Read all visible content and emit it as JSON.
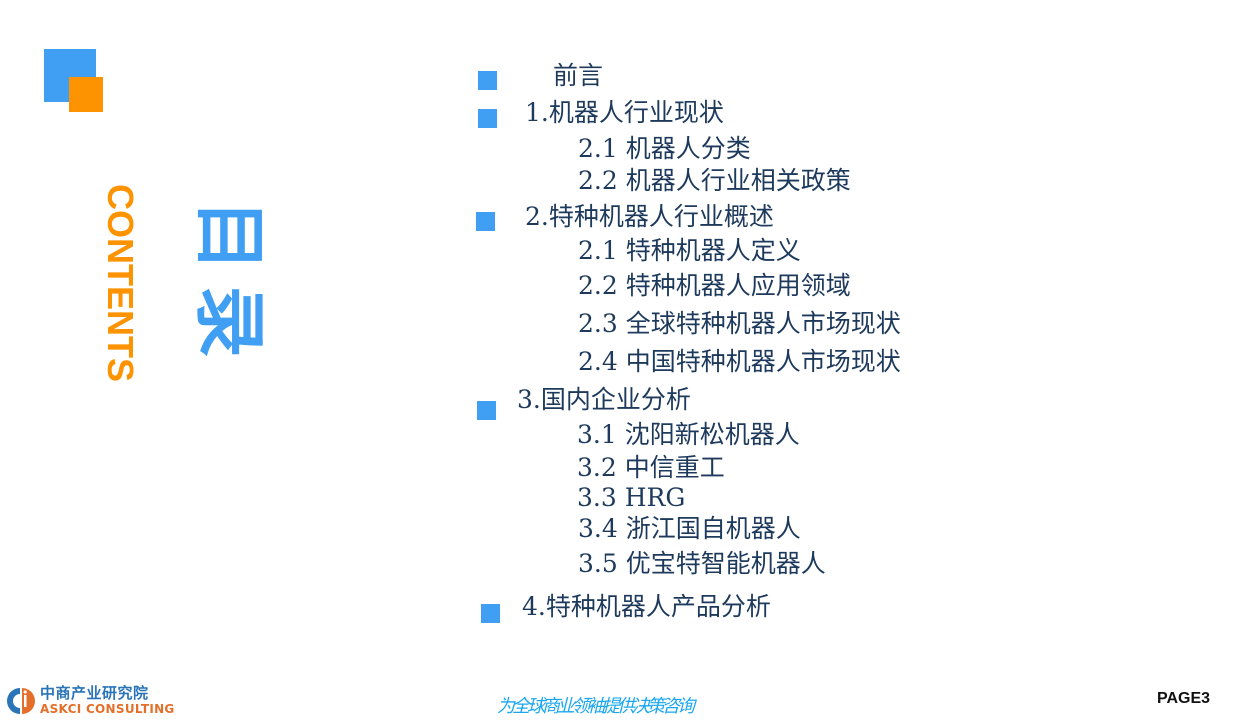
{
  "slide": {
    "title_cn": "目录",
    "title_en": "CONTENTS",
    "colors": {
      "accent_blue": "#409ff3",
      "accent_orange": "#fd9300",
      "text_dark": "#1d3a5c"
    }
  },
  "toc": [
    {
      "text": "前言",
      "level": 1
    },
    {
      "text": "1.机器人行业现状",
      "level": 1
    },
    {
      "text": "2.1 机器人分类",
      "level": 2
    },
    {
      "text": "2.2 机器人行业相关政策",
      "level": 2
    },
    {
      "text": "2.特种机器人行业概述",
      "level": 1
    },
    {
      "text": "2.1 特种机器人定义",
      "level": 2
    },
    {
      "text": "2.2 特种机器人应用领域",
      "level": 2
    },
    {
      "text": "2.3 全球特种机器人市场现状",
      "level": 2
    },
    {
      "text": "2.4 中国特种机器人市场现状",
      "level": 2
    },
    {
      "text": "3.国内企业分析",
      "level": 1
    },
    {
      "text": "3.1 沈阳新松机器人",
      "level": 2
    },
    {
      "text": "3.2 中信重工",
      "level": 2
    },
    {
      "text": "3.3 HRG",
      "level": 2
    },
    {
      "text": "3.4 浙江国自机器人",
      "level": 2
    },
    {
      "text": "3.5 优宝特智能机器人",
      "level": 2
    },
    {
      "text": "4.特种机器人产品分析",
      "level": 1
    }
  ],
  "footer": {
    "logo_cn": "中商产业研究院",
    "logo_en": "ASKCI CONSULTING",
    "logo_icon": "askci-logo-icon",
    "tagline": "为全球商业领袖提供决策咨询",
    "page": "PAGE3"
  }
}
